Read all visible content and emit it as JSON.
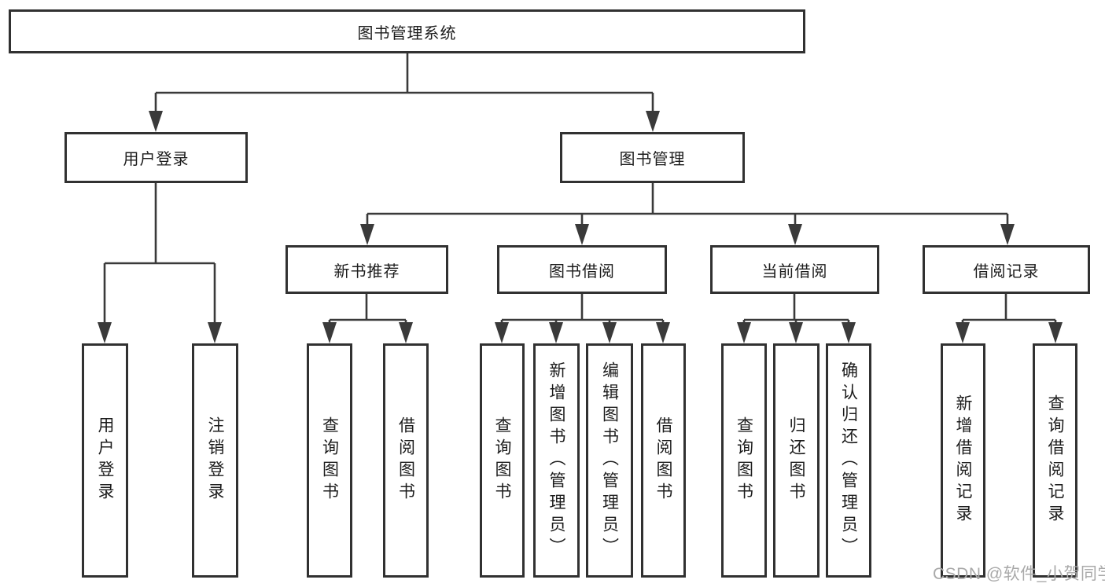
{
  "diagram": {
    "root": {
      "label": "图书管理系统"
    },
    "level2": [
      {
        "label": "用户登录"
      },
      {
        "label": "图书管理"
      }
    ],
    "level3": [
      {
        "label": "新书推荐",
        "parent": "图书管理"
      },
      {
        "label": "图书借阅",
        "parent": "图书管理"
      },
      {
        "label": "当前借阅",
        "parent": "图书管理"
      },
      {
        "label": "借阅记录",
        "parent": "图书管理"
      }
    ],
    "leaves": [
      {
        "label": "用户登录",
        "parent": "用户登录"
      },
      {
        "label": "注销登录",
        "parent": "用户登录"
      },
      {
        "label": "查询图书",
        "parent": "新书推荐"
      },
      {
        "label": "借阅图书",
        "parent": "新书推荐"
      },
      {
        "label": "查询图书",
        "parent": "图书借阅"
      },
      {
        "label": "新增图书（管理员）",
        "parent": "图书借阅"
      },
      {
        "label": "编辑图书（管理员）",
        "parent": "图书借阅"
      },
      {
        "label": "借阅图书",
        "parent": "图书借阅"
      },
      {
        "label": "查询图书",
        "parent": "当前借阅"
      },
      {
        "label": "归还图书",
        "parent": "当前借阅"
      },
      {
        "label": "确认归还（管理员）",
        "parent": "当前借阅"
      },
      {
        "label": "新增借阅记录",
        "parent": "借阅记录"
      },
      {
        "label": "查询借阅记录",
        "parent": "借阅记录"
      }
    ],
    "watermark": "CSDN @软件_小贺同学",
    "colors": {
      "line": "#3a3a3a",
      "box_border": "#313131",
      "text": "#1c1c1c",
      "watermark": "#a9a9a9",
      "background": "#ffffff"
    }
  }
}
